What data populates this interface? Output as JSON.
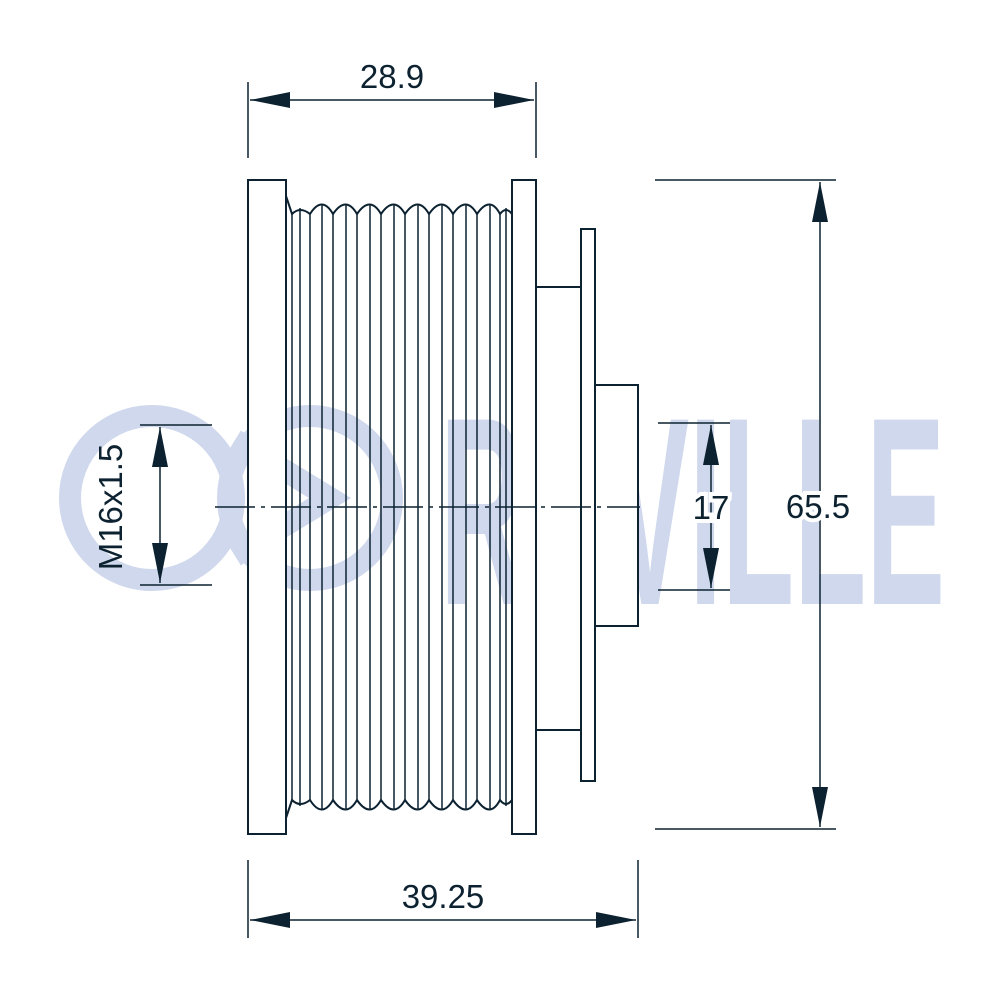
{
  "watermark": {
    "brand": "RUVILLE",
    "color": "#cfd8ec"
  },
  "dimensions": {
    "top_width": "28.9",
    "bottom_width": "39.25",
    "outer_diameter": "65.5",
    "hub_diameter": "17",
    "thread": "M16x1.5"
  },
  "colors": {
    "line": "#0d2230",
    "background": "#ffffff"
  }
}
